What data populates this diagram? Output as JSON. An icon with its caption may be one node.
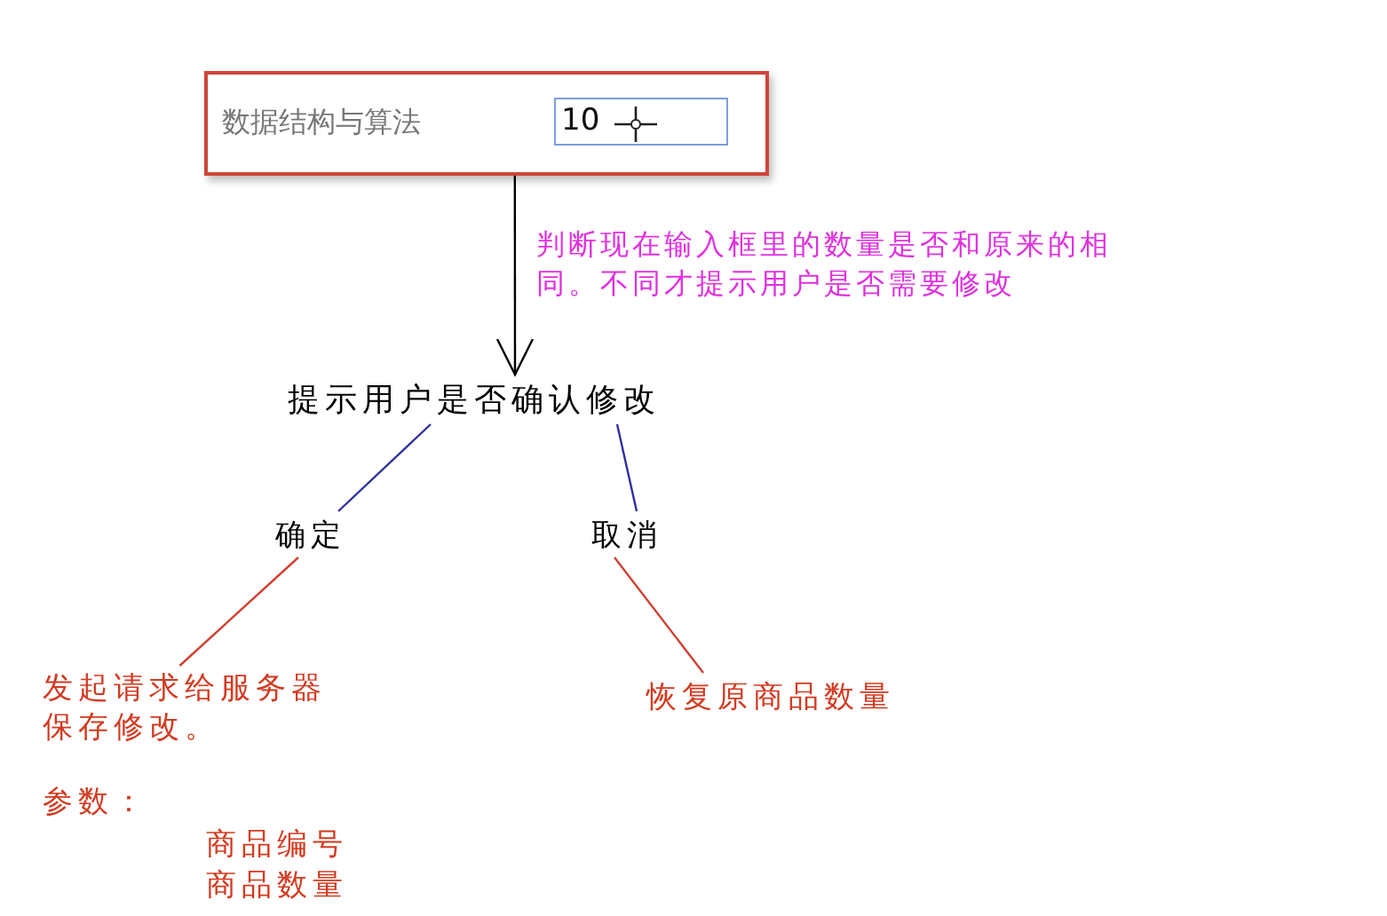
{
  "diagram": {
    "nodes": [
      {
        "text": [
          "数据结构与算法",
          "10"
        ]
      },
      {
        "text": [
          "提示用户是否确认修改"
        ]
      },
      {
        "text": [
          "确定"
        ]
      },
      {
        "text": [
          "取消"
        ]
      },
      {
        "text": [
          "发起请求给服务器保存修改。"
        ]
      },
      {
        "text": [
          "恢复原商品数量"
        ]
      }
    ],
    "edges": [
      {
        "from": 0,
        "to": 1,
        "arrow": "to",
        "color": "#000000",
        "label": "判断现在输入框里的数量是否和原来的相同。不同才提示用户是否需要修改"
      },
      {
        "from": 1,
        "to": 2,
        "arrow": "none",
        "color": "#3030a0"
      },
      {
        "from": 1,
        "to": 3,
        "arrow": "none",
        "color": "#3030a0"
      },
      {
        "from": 2,
        "to": 4,
        "arrow": "none",
        "color": "#d04030"
      },
      {
        "from": 3,
        "to": 5,
        "arrow": "none",
        "color": "#d04030"
      }
    ],
    "labels": [
      "参数：",
      "商品编号",
      "商品数量"
    ]
  }
}
